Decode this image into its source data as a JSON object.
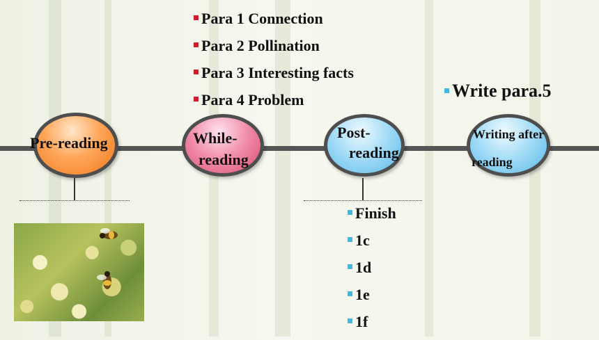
{
  "nodes": [
    {
      "label": "Pre-reading",
      "color": "#f07818"
    },
    {
      "label_line1": "While-",
      "label_line2": "reading",
      "color": "#d8506e"
    },
    {
      "label_line1": "Post-",
      "label_line2": "reading",
      "color": "#5ab8e6"
    },
    {
      "label_line1": "Writing after",
      "label_line2": "reading",
      "color": "#5ab8e6"
    }
  ],
  "while_reading_items": [
    "Para 1 Connection",
    "Para 2 Pollination",
    "Para 3 Interesting facts",
    "Para 4 Problem"
  ],
  "writing_item": "Write para.5",
  "post_reading_items": [
    "Finish",
    "1c",
    "1d",
    "1e",
    "1f"
  ],
  "photo_icon": "bee-on-flowers-photo",
  "colors": {
    "line": "#555555",
    "bullet_red": "#cc2030",
    "bullet_cyan": "#40b8e0"
  }
}
